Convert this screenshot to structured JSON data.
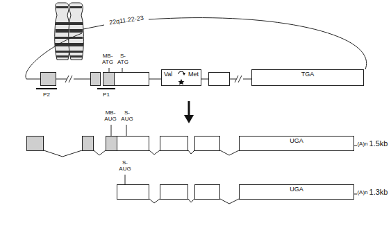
{
  "diagram": {
    "nodes": [
      {
        "text": [
          "Val",
          "Met"
        ]
      },
      {
        "text": [
          "TGA"
        ]
      },
      {
        "text": [
          "UGA"
        ]
      },
      {
        "text": [
          "UGA"
        ]
      }
    ],
    "labels": [
      "22q11.22-23",
      "MB-ATG",
      "S-ATG",
      "P2",
      "P1",
      "MB-AUG",
      "S-AUG",
      "(A)n",
      "1.5kb",
      "S-AUG",
      "(A)n",
      "1.3kb"
    ]
  }
}
